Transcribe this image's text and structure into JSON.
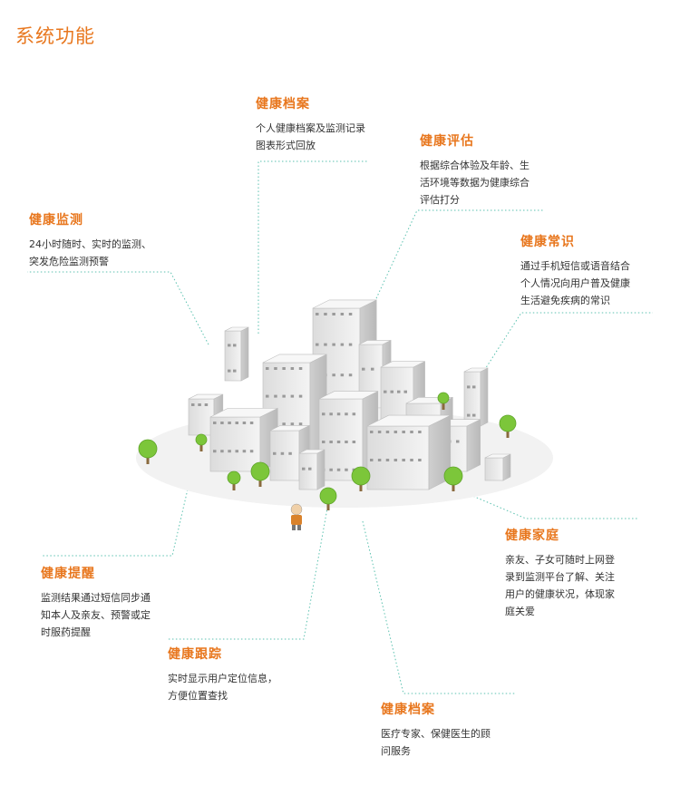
{
  "page": {
    "title": "系统功能"
  },
  "colors": {
    "accent": "#e8771e",
    "connector": "#5cc2b0",
    "tree": "#7cc63a"
  },
  "features": [
    {
      "id": "archive-top",
      "title": "健康档案",
      "lines": [
        "个人健康档案及监测记录",
        "图表形式回放"
      ]
    },
    {
      "id": "evaluation",
      "title": "健康评估",
      "lines": [
        "根据综合体验及年龄、生",
        "活环境等数据为健康综合",
        "评估打分"
      ]
    },
    {
      "id": "monitoring",
      "title": "健康监测",
      "lines": [
        "24小时随时、实时的监测、",
        "突发危险监测预警"
      ]
    },
    {
      "id": "knowledge",
      "title": "健康常识",
      "lines": [
        "通过手机短信或语音结合",
        "个人情况向用户普及健康",
        "生活避免疾病的常识"
      ]
    },
    {
      "id": "family",
      "title": "健康家庭",
      "lines": [
        "亲友、子女可随时上网登",
        "录到监测平台了解、关注",
        "用户的健康状况，体现家",
        "庭关爱"
      ]
    },
    {
      "id": "reminder",
      "title": "健康提醒",
      "lines": [
        "监测结果通过短信同步通",
        "知本人及亲友、预警或定",
        "时服药提醒"
      ]
    },
    {
      "id": "tracking",
      "title": "健康跟踪",
      "lines": [
        "实时显示用户定位信息，",
        "方便位置查找"
      ]
    },
    {
      "id": "archive-bottom",
      "title": "健康档案",
      "lines": [
        "医疗专家、保健医生的顾",
        "问服务"
      ]
    }
  ]
}
